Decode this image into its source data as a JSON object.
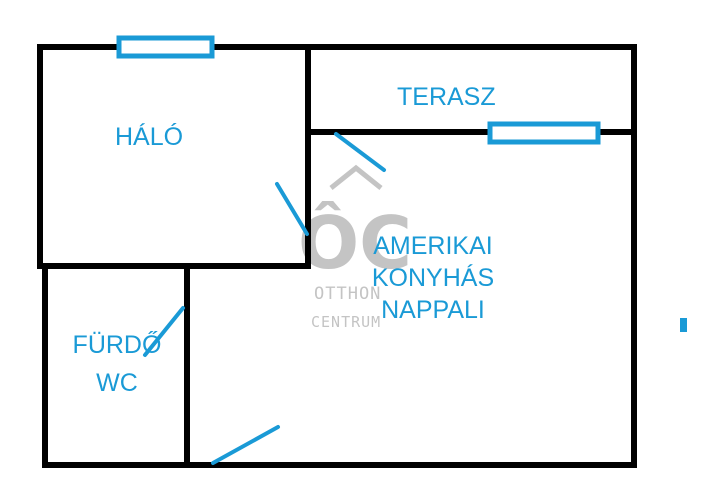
{
  "rooms": {
    "halo": "HÁLÓ",
    "terasz": "TERASZ",
    "nappali": [
      "AMERIKAI",
      "KONYHÁS",
      "NAPPALI"
    ],
    "furdo": [
      "FÜRDŐ",
      "WC"
    ]
  },
  "watermark": {
    "monogram": "ÔC",
    "line1": "OTTHON",
    "line2": "CENTRUM"
  },
  "colors": {
    "walls": "#000000",
    "fixtures": "#1a9ad6",
    "labels": "#1a9ad6",
    "watermark": "#c4c4c4"
  }
}
